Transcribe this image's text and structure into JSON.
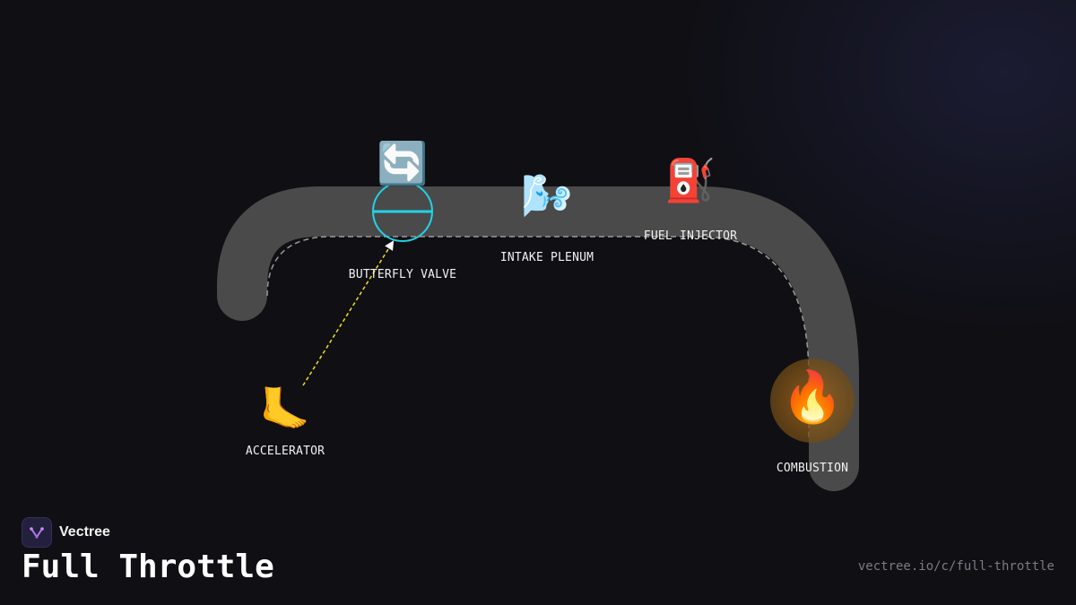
{
  "diagram": {
    "nodes": {
      "butterfly_valve": {
        "label": "BUTTERFLY VALVE",
        "icon": "counterclockwise-arrows-icon",
        "glyph": "🔄"
      },
      "intake_plenum": {
        "label": "INTAKE PLENUM",
        "icon": "wind-face-icon",
        "glyph": "🌬️"
      },
      "fuel_injector": {
        "label": "FUEL INJECTOR",
        "icon": "fuel-pump-icon",
        "glyph": "⛽"
      },
      "accelerator": {
        "label": "ACCELERATOR",
        "icon": "foot-icon",
        "glyph": "🦶"
      },
      "combustion": {
        "label": "COMBUSTION",
        "icon": "fire-icon",
        "glyph": "🔥"
      }
    },
    "colors": {
      "pipe": "#4a4a4a",
      "flow_dashes": "#9a9a9a",
      "valve": "#22d3e6",
      "linkage": "#f5e11c",
      "combustion_glow": "#8a5a1a"
    }
  },
  "brand": {
    "name": "Vectree",
    "logo_icon": "vectree-logo-icon"
  },
  "title": "Full Throttle",
  "url": "vectree.io/c/full-throttle"
}
